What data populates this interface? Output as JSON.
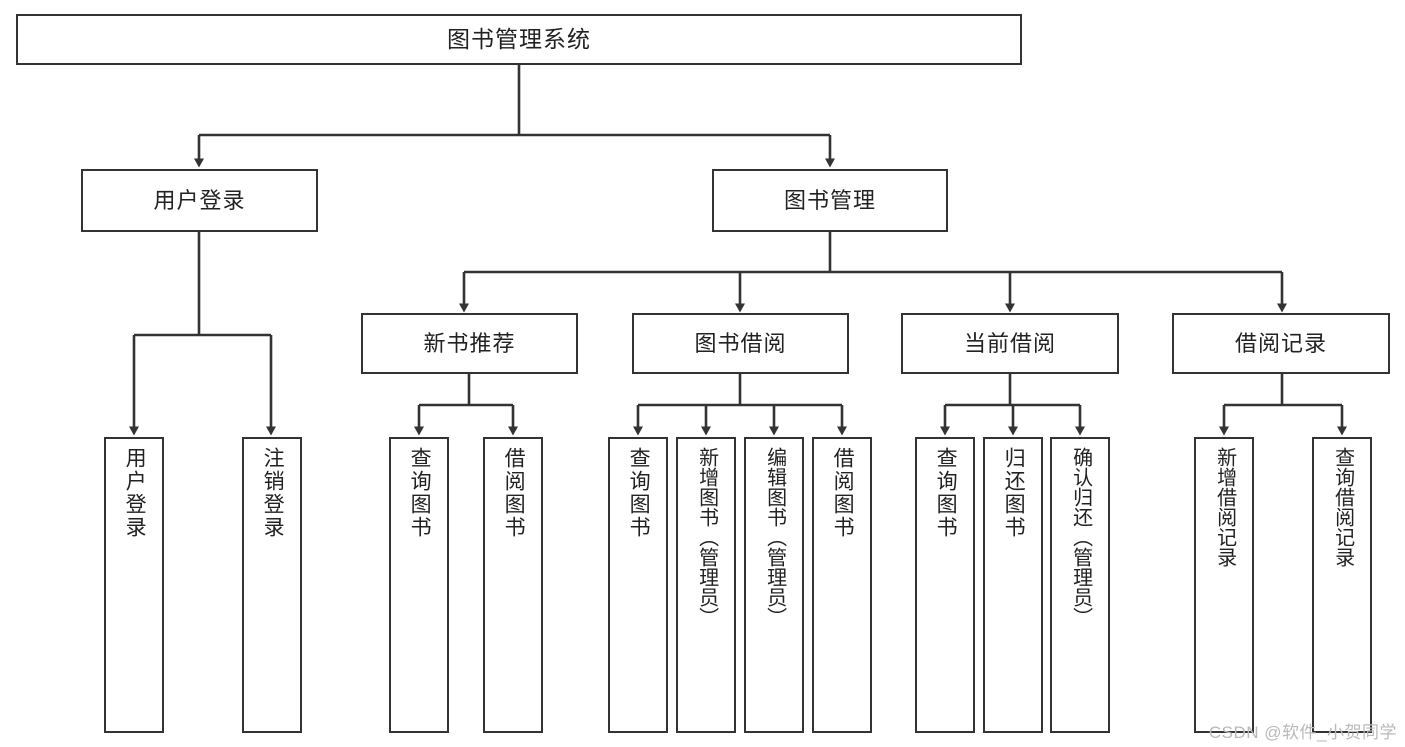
{
  "diagram": {
    "title": "图书管理系统",
    "type": "tree",
    "watermark": "CSDN @软件_小贺同学",
    "colors": {
      "node_border": "#333333",
      "node_fill": "#ffffff",
      "edge": "#333333",
      "text": "#222222",
      "watermark": "#b9b9b9"
    },
    "nodes": {
      "root": {
        "label": "图书管理系统"
      },
      "level1": [
        {
          "id": "user-login",
          "label": "用户登录"
        },
        {
          "id": "book-manage",
          "label": "图书管理"
        }
      ],
      "level2": [
        {
          "id": "new-book-recommend",
          "label": "新书推荐"
        },
        {
          "id": "book-borrow",
          "label": "图书借阅"
        },
        {
          "id": "current-borrow",
          "label": "当前借阅"
        },
        {
          "id": "borrow-record",
          "label": "借阅记录"
        }
      ],
      "leaves": {
        "user-login": [
          {
            "id": "leaf-user-login",
            "label": "用户登录"
          },
          {
            "id": "leaf-logout-login",
            "label": "注销登录"
          }
        ],
        "new-book-recommend": [
          {
            "id": "leaf-query-book-1",
            "label": "查询图书"
          },
          {
            "id": "leaf-borrow-book-1",
            "label": "借阅图书"
          }
        ],
        "book-borrow": [
          {
            "id": "leaf-query-book-2",
            "label": "查询图书"
          },
          {
            "id": "leaf-add-book",
            "label": "新增图书（管理员）"
          },
          {
            "id": "leaf-edit-book",
            "label": "编辑图书（管理员）"
          },
          {
            "id": "leaf-borrow-book-2",
            "label": "借阅图书"
          }
        ],
        "current-borrow": [
          {
            "id": "leaf-query-book-3",
            "label": "查询图书"
          },
          {
            "id": "leaf-return-book",
            "label": "归还图书"
          },
          {
            "id": "leaf-confirm-return",
            "label": "确认归还（管理员）"
          }
        ],
        "borrow-record": [
          {
            "id": "leaf-add-record",
            "label": "新增借阅记录"
          },
          {
            "id": "leaf-query-record",
            "label": "查询借阅记录"
          }
        ]
      }
    }
  }
}
